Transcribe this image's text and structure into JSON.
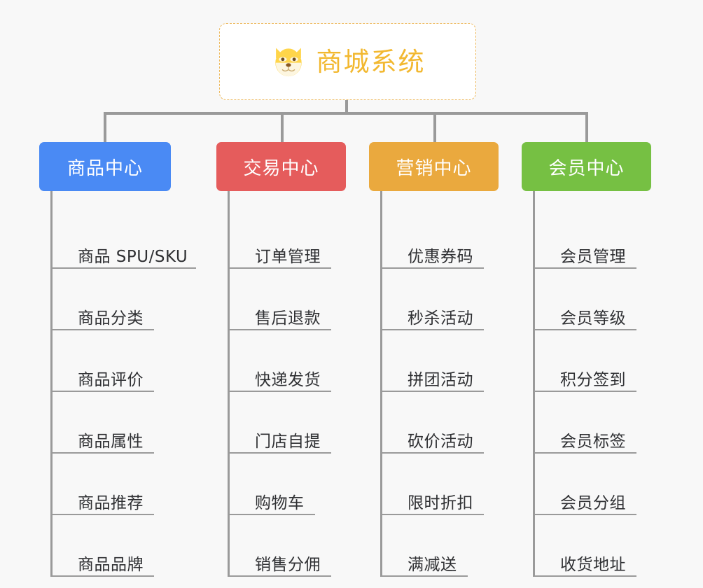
{
  "root": {
    "title": "商城系统",
    "icon": "shiba-dog-emoji",
    "border_color": "#edb95e",
    "text_color": "#f2b830"
  },
  "canvas": {
    "background": "#f8f8f8",
    "connector_color": "#9a9a9a"
  },
  "categories": [
    {
      "label": "商品中心",
      "color": "#4a8af4",
      "items": [
        {
          "label": "商品 SPU/SKU",
          "rule_width": 205
        },
        {
          "label": "商品分类",
          "rule_width": 145
        },
        {
          "label": "商品评价",
          "rule_width": 145
        },
        {
          "label": "商品属性",
          "rule_width": 145
        },
        {
          "label": "商品推荐",
          "rule_width": 145
        },
        {
          "label": "商品品牌",
          "rule_width": 145
        }
      ]
    },
    {
      "label": "交易中心",
      "color": "#e55c5c",
      "items": [
        {
          "label": "订单管理",
          "rule_width": 145
        },
        {
          "label": "售后退款",
          "rule_width": 145
        },
        {
          "label": "快递发货",
          "rule_width": 145
        },
        {
          "label": "门店自提",
          "rule_width": 145
        },
        {
          "label": "购物车",
          "rule_width": 122
        },
        {
          "label": "销售分佣",
          "rule_width": 145
        }
      ]
    },
    {
      "label": "营销中心",
      "color": "#eaa93e",
      "items": [
        {
          "label": "优惠券码",
          "rule_width": 145
        },
        {
          "label": "秒杀活动",
          "rule_width": 145
        },
        {
          "label": "拼团活动",
          "rule_width": 145
        },
        {
          "label": "砍价活动",
          "rule_width": 145
        },
        {
          "label": "限时折扣",
          "rule_width": 145
        },
        {
          "label": "满减送",
          "rule_width": 122
        }
      ]
    },
    {
      "label": "会员中心",
      "color": "#76c043",
      "items": [
        {
          "label": "会员管理",
          "rule_width": 145
        },
        {
          "label": "会员等级",
          "rule_width": 145
        },
        {
          "label": "积分签到",
          "rule_width": 145
        },
        {
          "label": "会员标签",
          "rule_width": 145
        },
        {
          "label": "会员分组",
          "rule_width": 145
        },
        {
          "label": "收货地址",
          "rule_width": 145
        }
      ]
    }
  ]
}
